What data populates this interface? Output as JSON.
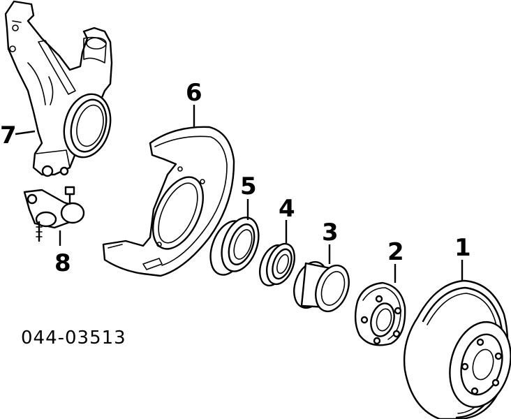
{
  "diagram_id": "044-03513",
  "callouts": [
    {
      "label": "1",
      "part": "brake-rotor"
    },
    {
      "label": "2",
      "part": "wheel-hub"
    },
    {
      "label": "3",
      "part": "hub-spacer"
    },
    {
      "label": "4",
      "part": "wheel-bearing"
    },
    {
      "label": "5",
      "part": "grease-seal"
    },
    {
      "label": "6",
      "part": "splash-shield"
    },
    {
      "label": "7",
      "part": "steering-knuckle"
    },
    {
      "label": "8",
      "part": "ball-joint"
    }
  ]
}
